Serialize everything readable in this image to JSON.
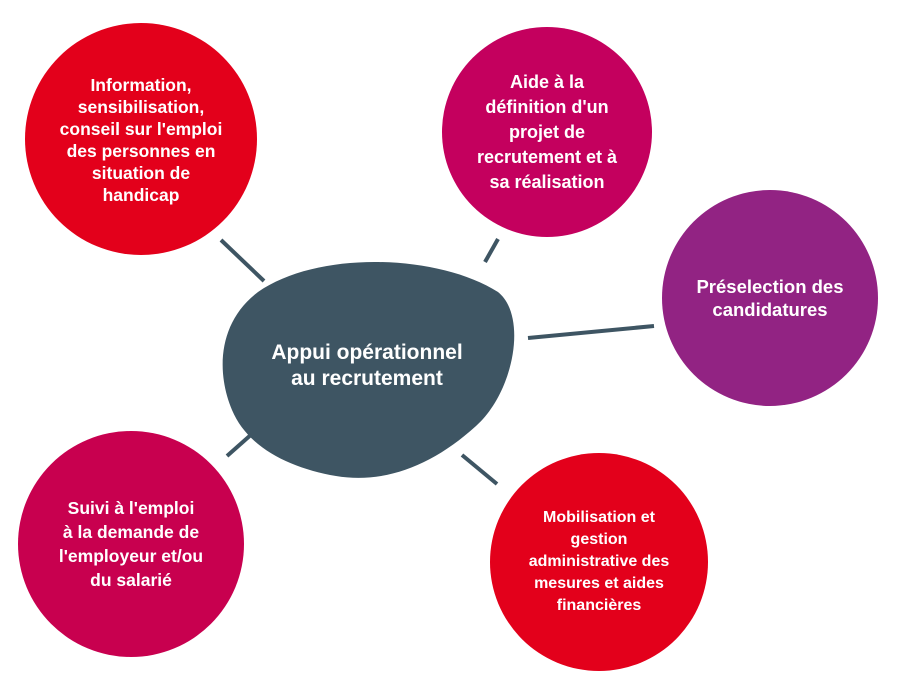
{
  "colors": {
    "center": "#3E5563",
    "red": "#E3001B",
    "magenta": "#C4005E",
    "crimson": "#C8004F",
    "purple": "#922383",
    "connector": "#3E5563"
  },
  "center": {
    "label": "Appui opérationnel\nau recrutement"
  },
  "nodes": [
    {
      "id": "info",
      "label": "Information,\nsensibilisation,\nconseil sur l'emploi\ndes personnes en\nsituation de\nhandicap"
    },
    {
      "id": "aide",
      "label": "Aide à la\ndéfinition d'un\nprojet de\nrecrutement et à\nsa réalisation"
    },
    {
      "id": "presel",
      "label": "Préselection des\ncandidatures"
    },
    {
      "id": "suivi",
      "label": "Suivi à l'emploi\nà la demande de\nl'employeur et/ou\ndu salarié"
    },
    {
      "id": "mobil",
      "label": "Mobilisation et\ngestion\nadministrative des\nmesures  et aides\nfinancières"
    }
  ]
}
